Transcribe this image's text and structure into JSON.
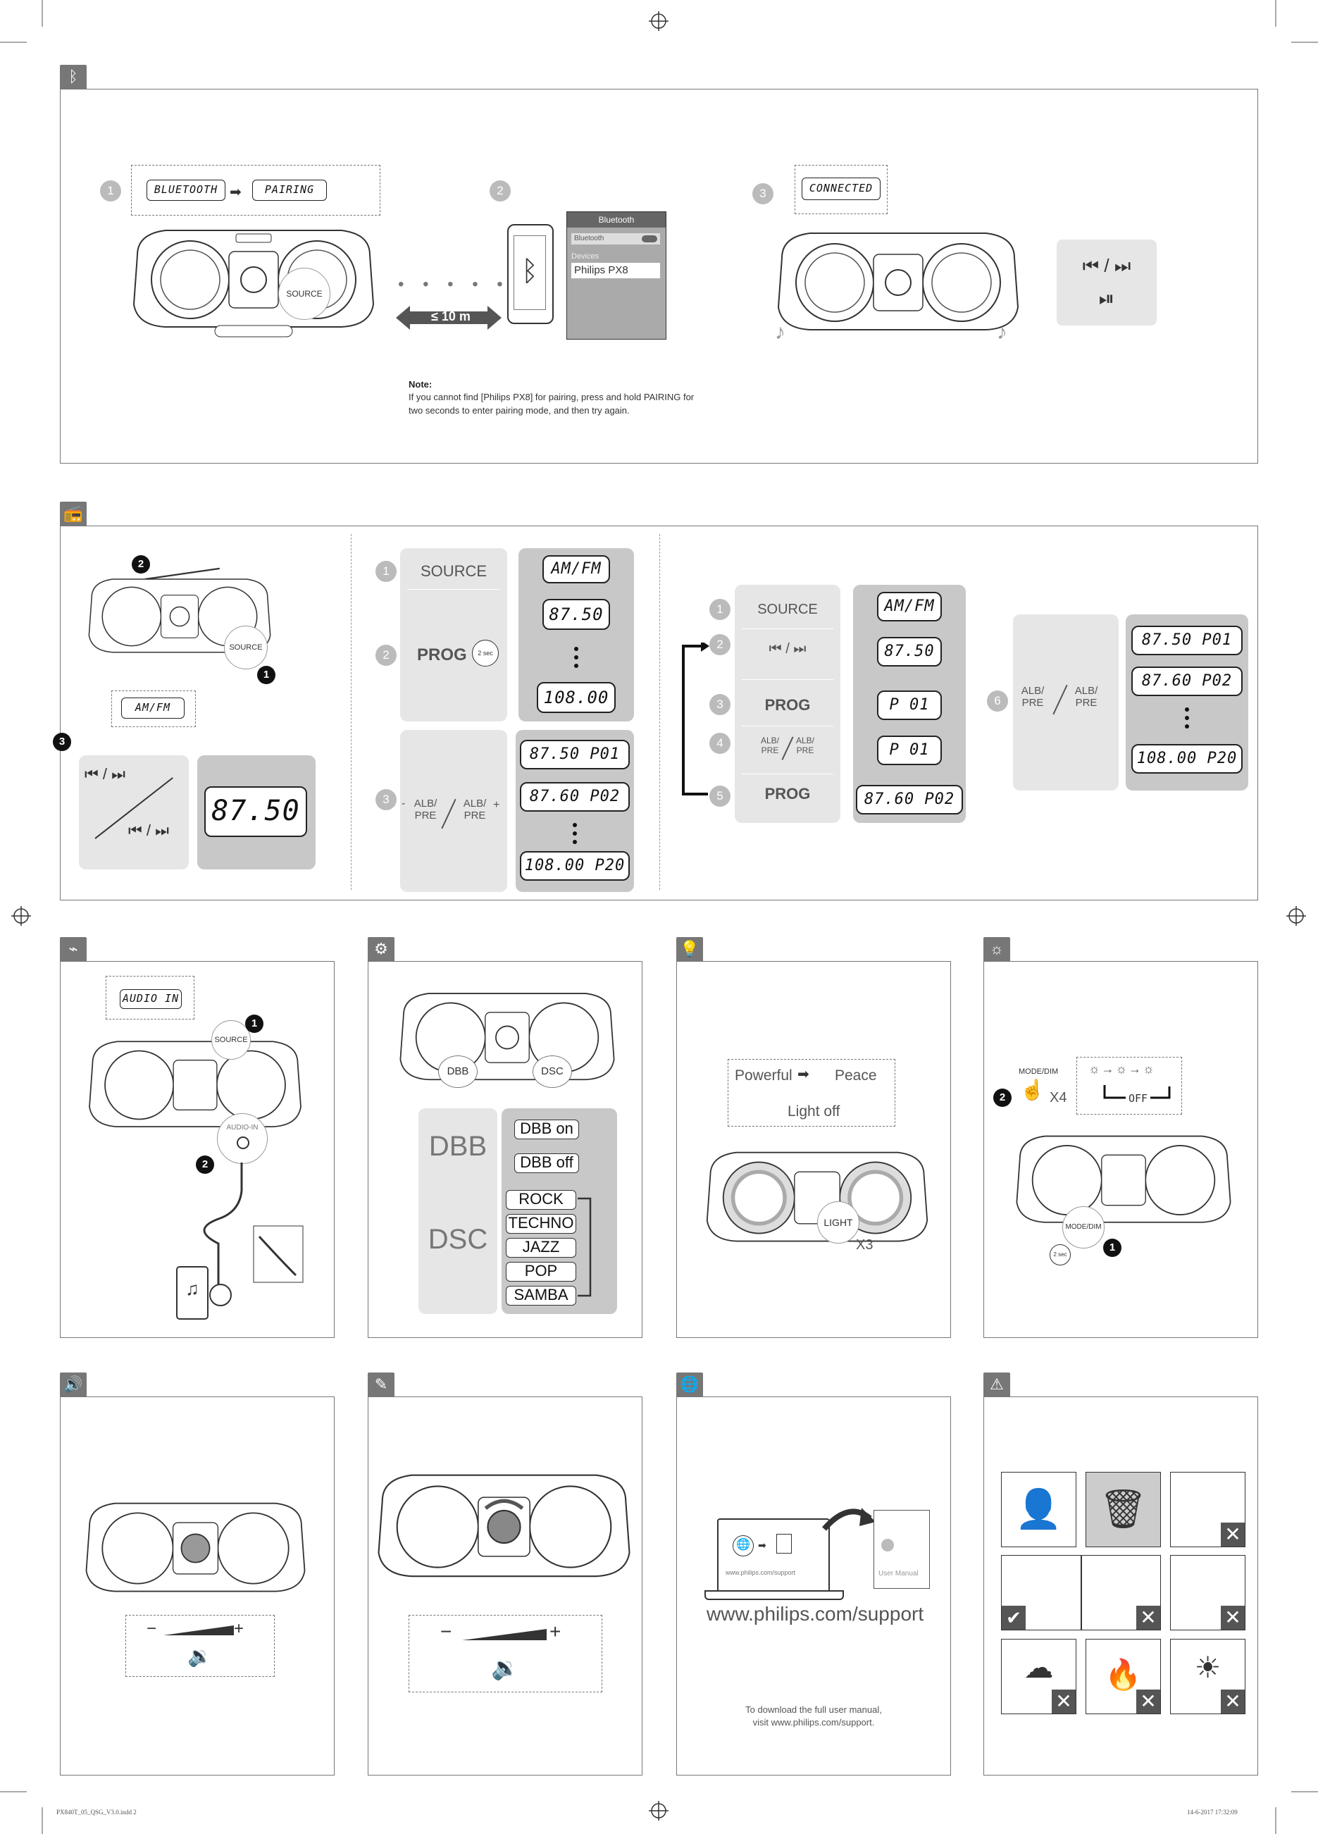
{
  "bluetooth": {
    "lcd_bluetooth": "BLUETOOTH",
    "lcd_pairing": "PAIRING",
    "lcd_connected": "CONNECTED",
    "source_label": "SOURCE",
    "distance": "≤ 10 m",
    "phone_header": "Bluetooth",
    "phone_toggle_label": "Bluetooth",
    "phone_devices_label": "Devices",
    "phone_device": "Philips PX8",
    "controls_line1": "⏮ / ⏭",
    "controls_line2": "⏯",
    "note_title": "Note:",
    "note_text": "If you cannot find [Philips PX8] for pairing, press and hold PAIRING for two seconds to enter pairing mode, and then try again.",
    "steps": [
      "1",
      "2",
      "3"
    ]
  },
  "radio": {
    "lcd_amfm": "AM/FM",
    "lcd_freq": "87.50",
    "lcd_freq_big": "87.50",
    "lcd_108": "108.00",
    "source_label": "SOURCE",
    "prog_label": "PROG",
    "sec_label": "2 sec",
    "alb_pre": "ALB/ PRE",
    "p1": "87.50 P01",
    "p2": "87.60 P02",
    "p20": "108.00 P20",
    "p01": "P 01",
    "prev_next": "⏮ / ⏭",
    "minus": "-",
    "plus": "+"
  },
  "audio_in": {
    "lcd": "AUDIO IN",
    "source_label": "SOURCE",
    "jack_label": "AUDIO-IN"
  },
  "sound": {
    "dbb_button": "DBB",
    "dsc_button": "DSC",
    "dbb_title": "DBB",
    "dsc_title": "DSC",
    "dbb_options": [
      "DBB on",
      "DBB off"
    ],
    "dsc_options": [
      "ROCK",
      "TECHNO",
      "JAZZ",
      "POP",
      "SAMBA"
    ]
  },
  "light": {
    "powerful": "Powerful",
    "peace": "Peace",
    "light_off": "Light off",
    "button": "LIGHT",
    "times": "X3"
  },
  "dimmer": {
    "button": "MODE/DIM",
    "times": "X4",
    "off": "OFF",
    "button2": "MODE/DIM",
    "sec": "2 sec"
  },
  "support": {
    "url_small": "www.philips.com/support",
    "url_big": "www.philips.com/support",
    "manual_label": "User Manual",
    "download_text": "To download the full user manual, visit www.philips.com/support."
  },
  "volume": {
    "minus": "−",
    "plus": "+"
  },
  "footer": {
    "left": "PX840T_05_QSG_V3.0.indd   2",
    "right": "14-6-2017   17:32:09"
  },
  "colors": {
    "border": "#777777",
    "panel_light": "#e6e6e6",
    "panel_dark": "#c8c8c8"
  }
}
